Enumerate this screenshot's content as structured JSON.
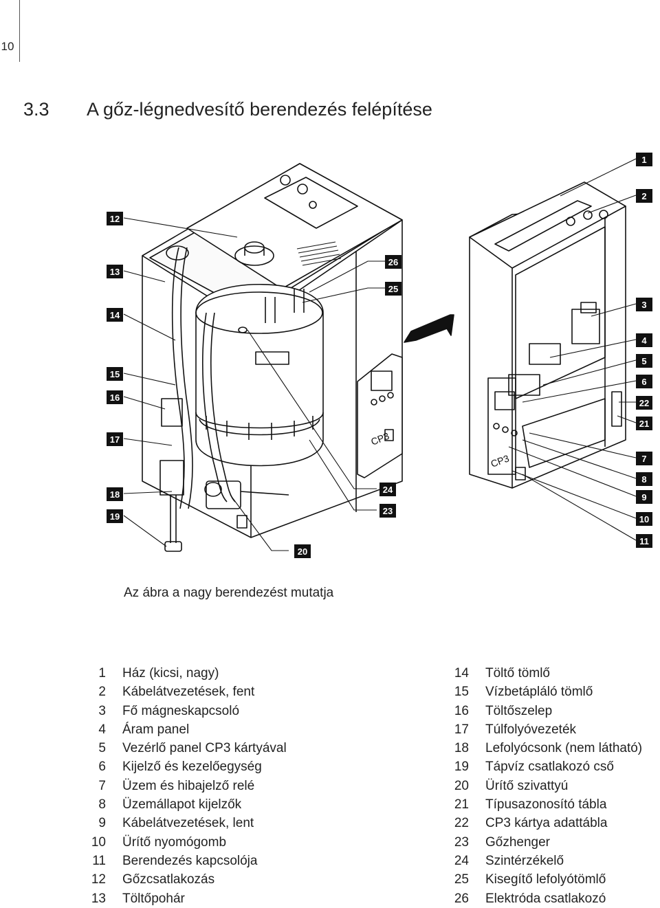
{
  "page_number": "10",
  "section": {
    "number": "3.3",
    "title": "A gőz-légnedvesítő berendezés felépítése"
  },
  "diagram": {
    "device_text_cp3": "CP3",
    "callouts": [
      "1",
      "2",
      "3",
      "4",
      "5",
      "6",
      "22",
      "21",
      "7",
      "8",
      "9",
      "10",
      "11",
      "12",
      "13",
      "14",
      "15",
      "16",
      "17",
      "18",
      "19",
      "20",
      "24",
      "23",
      "26",
      "25"
    ]
  },
  "caption": "Az ábra a nagy berendezést mutatja",
  "legend_left": [
    {
      "n": "1",
      "text": "Ház (kicsi, nagy)"
    },
    {
      "n": "2",
      "text": "Kábelátvezetések, fent"
    },
    {
      "n": "3",
      "text": "Fő mágneskapcsoló"
    },
    {
      "n": "4",
      "text": "Áram panel"
    },
    {
      "n": "5",
      "text": "Vezérlő panel CP3 kártyával"
    },
    {
      "n": "6",
      "text": "Kijelző és kezelőegység"
    },
    {
      "n": "7",
      "text": "Üzem és hibajelző relé"
    },
    {
      "n": "8",
      "text": "Üzemállapot kijelzők"
    },
    {
      "n": "9",
      "text": "Kábelátvezetések, lent"
    },
    {
      "n": "10",
      "text": "Ürítő nyomógomb"
    },
    {
      "n": "11",
      "text": "Berendezés kapcsolója"
    },
    {
      "n": "12",
      "text": "Gőzcsatlakozás"
    },
    {
      "n": "13",
      "text": "Töltőpohár"
    }
  ],
  "legend_right": [
    {
      "n": "14",
      "text": "Töltő tömlő"
    },
    {
      "n": "15",
      "text": "Vízbetápláló tömlő"
    },
    {
      "n": "16",
      "text": "Töltőszelep"
    },
    {
      "n": "17",
      "text": "Túlfolyóvezeték"
    },
    {
      "n": "18",
      "text": "Lefolyócsonk (nem látható)"
    },
    {
      "n": "19",
      "text": "Tápvíz csatlakozó cső"
    },
    {
      "n": "20",
      "text": "Ürítő szivattyú"
    },
    {
      "n": "21",
      "text": "Típusazonosító tábla"
    },
    {
      "n": "22",
      "text": "CP3 kártya adattábla"
    },
    {
      "n": "23",
      "text": "Gőzhenger"
    },
    {
      "n": "24",
      "text": "Szintérzékelő"
    },
    {
      "n": "25",
      "text": "Kisegítő lefolyótömlő"
    },
    {
      "n": "26",
      "text": "Elektróda csatlakozó"
    }
  ]
}
